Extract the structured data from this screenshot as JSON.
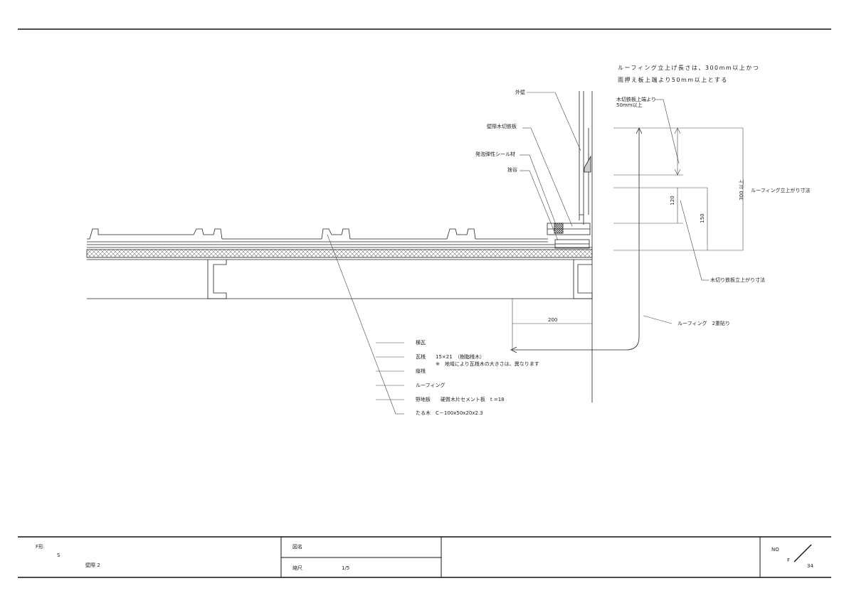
{
  "notes": {
    "line1": "ルーフィング立上げ長さは、300mm以上かつ",
    "line2": "雨押え板上端より50mm以上とする"
  },
  "upper_labels": {
    "outer_wall": "外壁",
    "wall_flashing": "壁際木切鉄板",
    "foam_seal": "発泡弾性シール材",
    "sealing": "捨谷",
    "flashing_note_1": "木切鉄板上端より",
    "flashing_note_2": "50mm以上",
    "roofing_rise": "ルーフィング立上がり寸法",
    "flashing_rise": "木切り鉄板立上がり寸法",
    "roofing_double": "ルーフィング　2重貼り"
  },
  "dimensions": {
    "d300": "300 以上",
    "d120": "120",
    "d150": "150",
    "d200": "200"
  },
  "layer_labels": {
    "tile": "横瓦",
    "batten": "瓦桟　　15×21　（樹脂桟木）",
    "batten_note": "※　地域により瓦桟木の大きさは、異なります",
    "counter_batten": "縦桟",
    "roofing": "ルーフィング",
    "sheathing": "野地板　　硬質木片セメント板　t =18",
    "rafter": "たる木　C－100x50x20x2.3"
  },
  "title_block": {
    "f_label": "F形",
    "s_label": "S",
    "sheet_title": "壁際 2",
    "drawing_name_label": "図名",
    "scale_label": "縮尺",
    "scale_value": "1/5",
    "no_label": "NO",
    "no_prefix": "F",
    "no_value": "34"
  }
}
